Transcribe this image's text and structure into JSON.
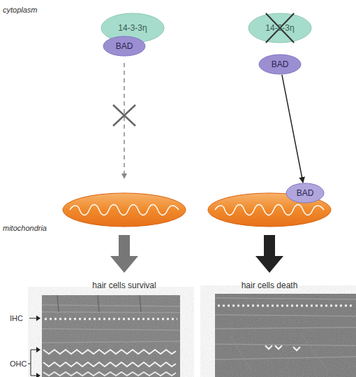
{
  "diagram": {
    "nodes": [
      {
        "text": [
          "14-3-3η"
        ]
      },
      {
        "text": [
          "BAD"
        ]
      },
      {
        "text": [
          "14-3-3η"
        ]
      },
      {
        "text": [
          "BAD"
        ]
      },
      {
        "text": [
          "BAD"
        ]
      }
    ],
    "edges": [
      {
        "from": 3,
        "to": 4,
        "arrow": "to"
      }
    ],
    "labels": [
      "cytoplasm",
      "mitochondria",
      "hair cells survival",
      "hair cells death",
      "IHC",
      "OHC"
    ]
  }
}
